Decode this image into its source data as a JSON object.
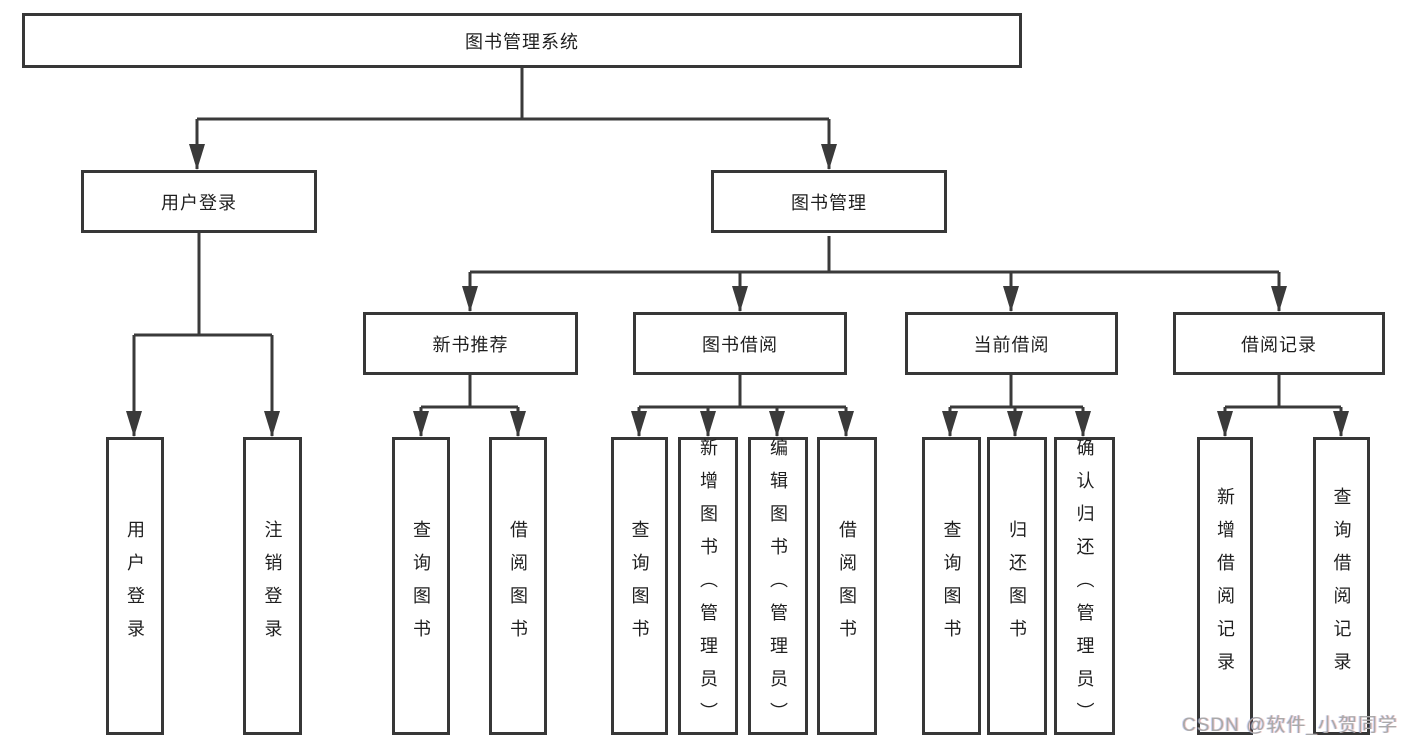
{
  "colors": {
    "line": "#3a3a3a",
    "box_border": "#373737",
    "text": "#1f1f1f",
    "watermark": "#a9a9a9"
  },
  "tree": {
    "label": "图书管理系统",
    "children": [
      {
        "label": "用户登录",
        "children": [
          {
            "label": "用户登录"
          },
          {
            "label": "注销登录"
          }
        ]
      },
      {
        "label": "图书管理",
        "children": [
          {
            "label": "新书推荐",
            "children": [
              {
                "label": "查询图书"
              },
              {
                "label": "借阅图书"
              }
            ]
          },
          {
            "label": "图书借阅",
            "children": [
              {
                "label": "查询图书"
              },
              {
                "label": "新增图书（管理员）"
              },
              {
                "label": "编辑图书（管理员）"
              },
              {
                "label": "借阅图书"
              }
            ]
          },
          {
            "label": "当前借阅",
            "children": [
              {
                "label": "查询图书"
              },
              {
                "label": "归还图书"
              },
              {
                "label": "确认归还（管理员）"
              }
            ]
          },
          {
            "label": "借阅记录",
            "children": [
              {
                "label": "新增借阅记录"
              },
              {
                "label": "查询借阅记录"
              }
            ]
          }
        ]
      }
    ]
  },
  "watermark": {
    "text": "CSDN @软件_小贺同学"
  }
}
